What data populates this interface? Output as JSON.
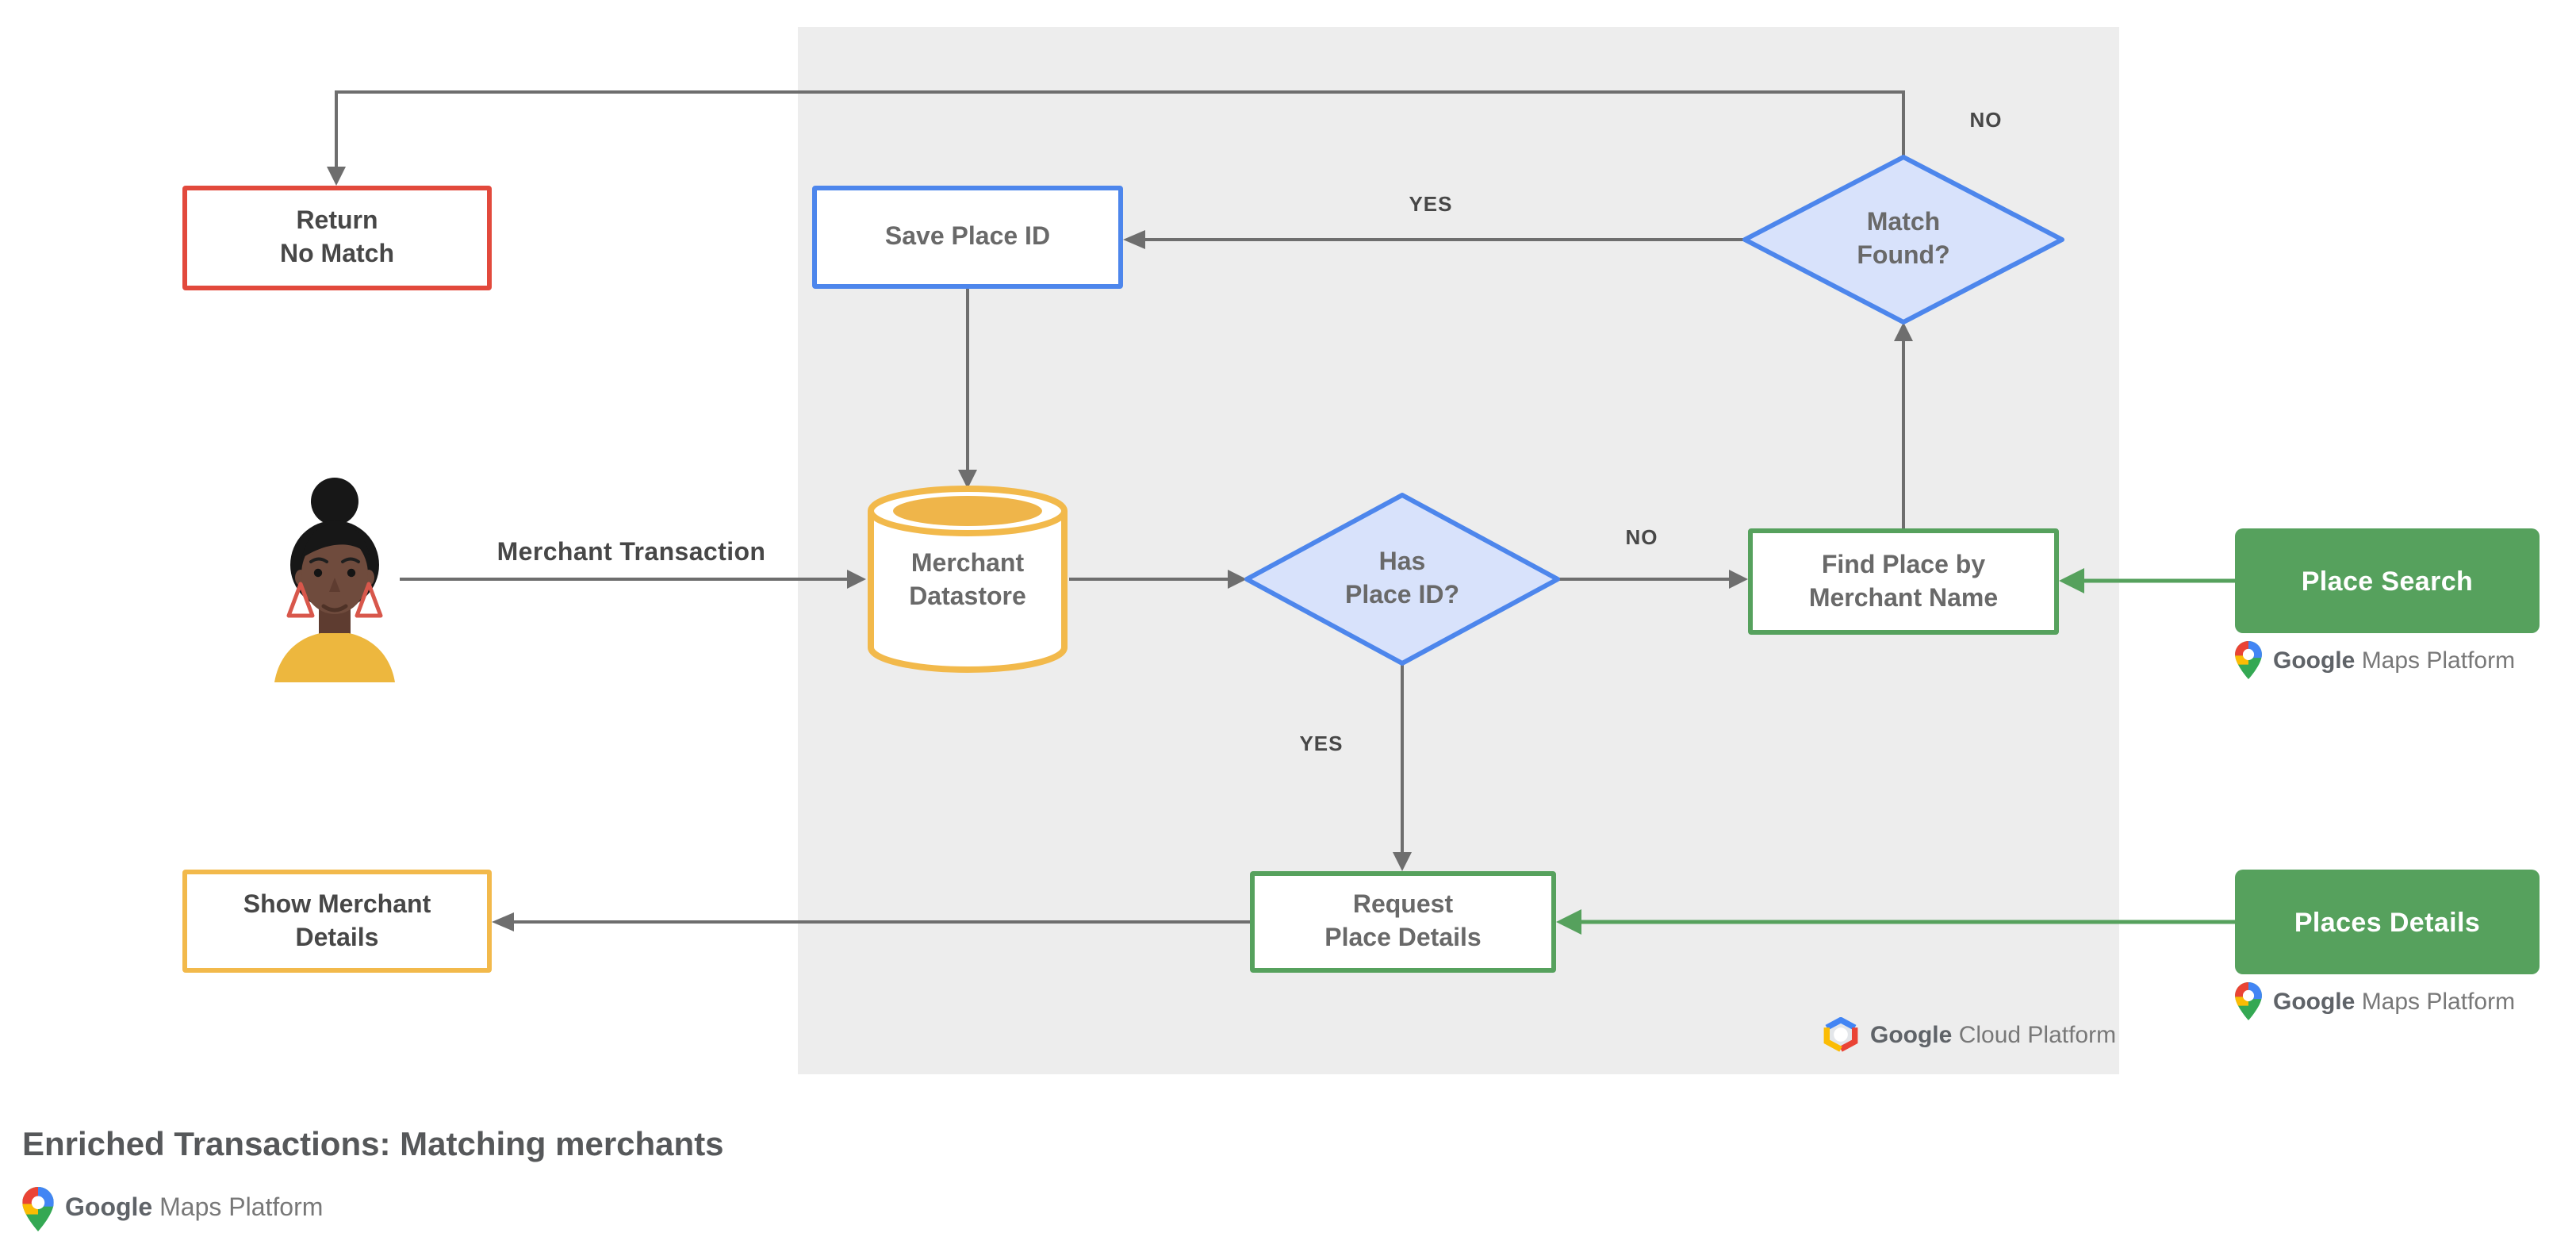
{
  "diagram": {
    "title": "Enriched Transactions: Matching merchants",
    "nodes": {
      "return_no_match": "Return\nNo Match",
      "save_place_id": "Save Place ID",
      "match_found": "Match\nFound?",
      "merchant_datastore": "Merchant\nDatastore",
      "has_place_id": "Has\nPlace ID?",
      "find_place_by_merchant_name": "Find Place by\nMerchant Name",
      "place_search": "Place Search",
      "request_place_details": "Request\nPlace Details",
      "places_details": "Places Details",
      "show_merchant_details": "Show Merchant\nDetails"
    },
    "edge_labels": {
      "match_found_no": "NO",
      "match_found_yes": "YES",
      "has_place_id_no": "NO",
      "has_place_id_yes": "YES",
      "merchant_transaction": "Merchant Transaction"
    },
    "branding": {
      "maps_platform_google": "Google",
      "maps_platform_rest": "Maps Platform",
      "cloud_platform_google": "Google",
      "cloud_platform_rest": "Cloud Platform"
    }
  },
  "colors": {
    "red": "#E2493C",
    "blue": "#4D86EC",
    "blue_fill": "#D8E2FB",
    "yellow": "#F2B94B",
    "yellow_fill": "#EFB54A",
    "green": "#56A15D",
    "panel": "#EDEDED",
    "line": "#6E6E6E",
    "text_dark": "#474747",
    "text_node": "#696969",
    "title_color": "#56585A",
    "logo_gray": "#787878",
    "logo_dark": "#5F6368",
    "brand_red": "#EA4335",
    "brand_blue": "#4285F4",
    "brand_yellow": "#FBBC04",
    "brand_green": "#34A853",
    "avatar_hair": "#171717",
    "avatar_skin": "#6F4B3D",
    "avatar_skin_dark": "#5E3C30",
    "avatar_top": "#EDB73E",
    "avatar_earring": "#D8574B"
  }
}
